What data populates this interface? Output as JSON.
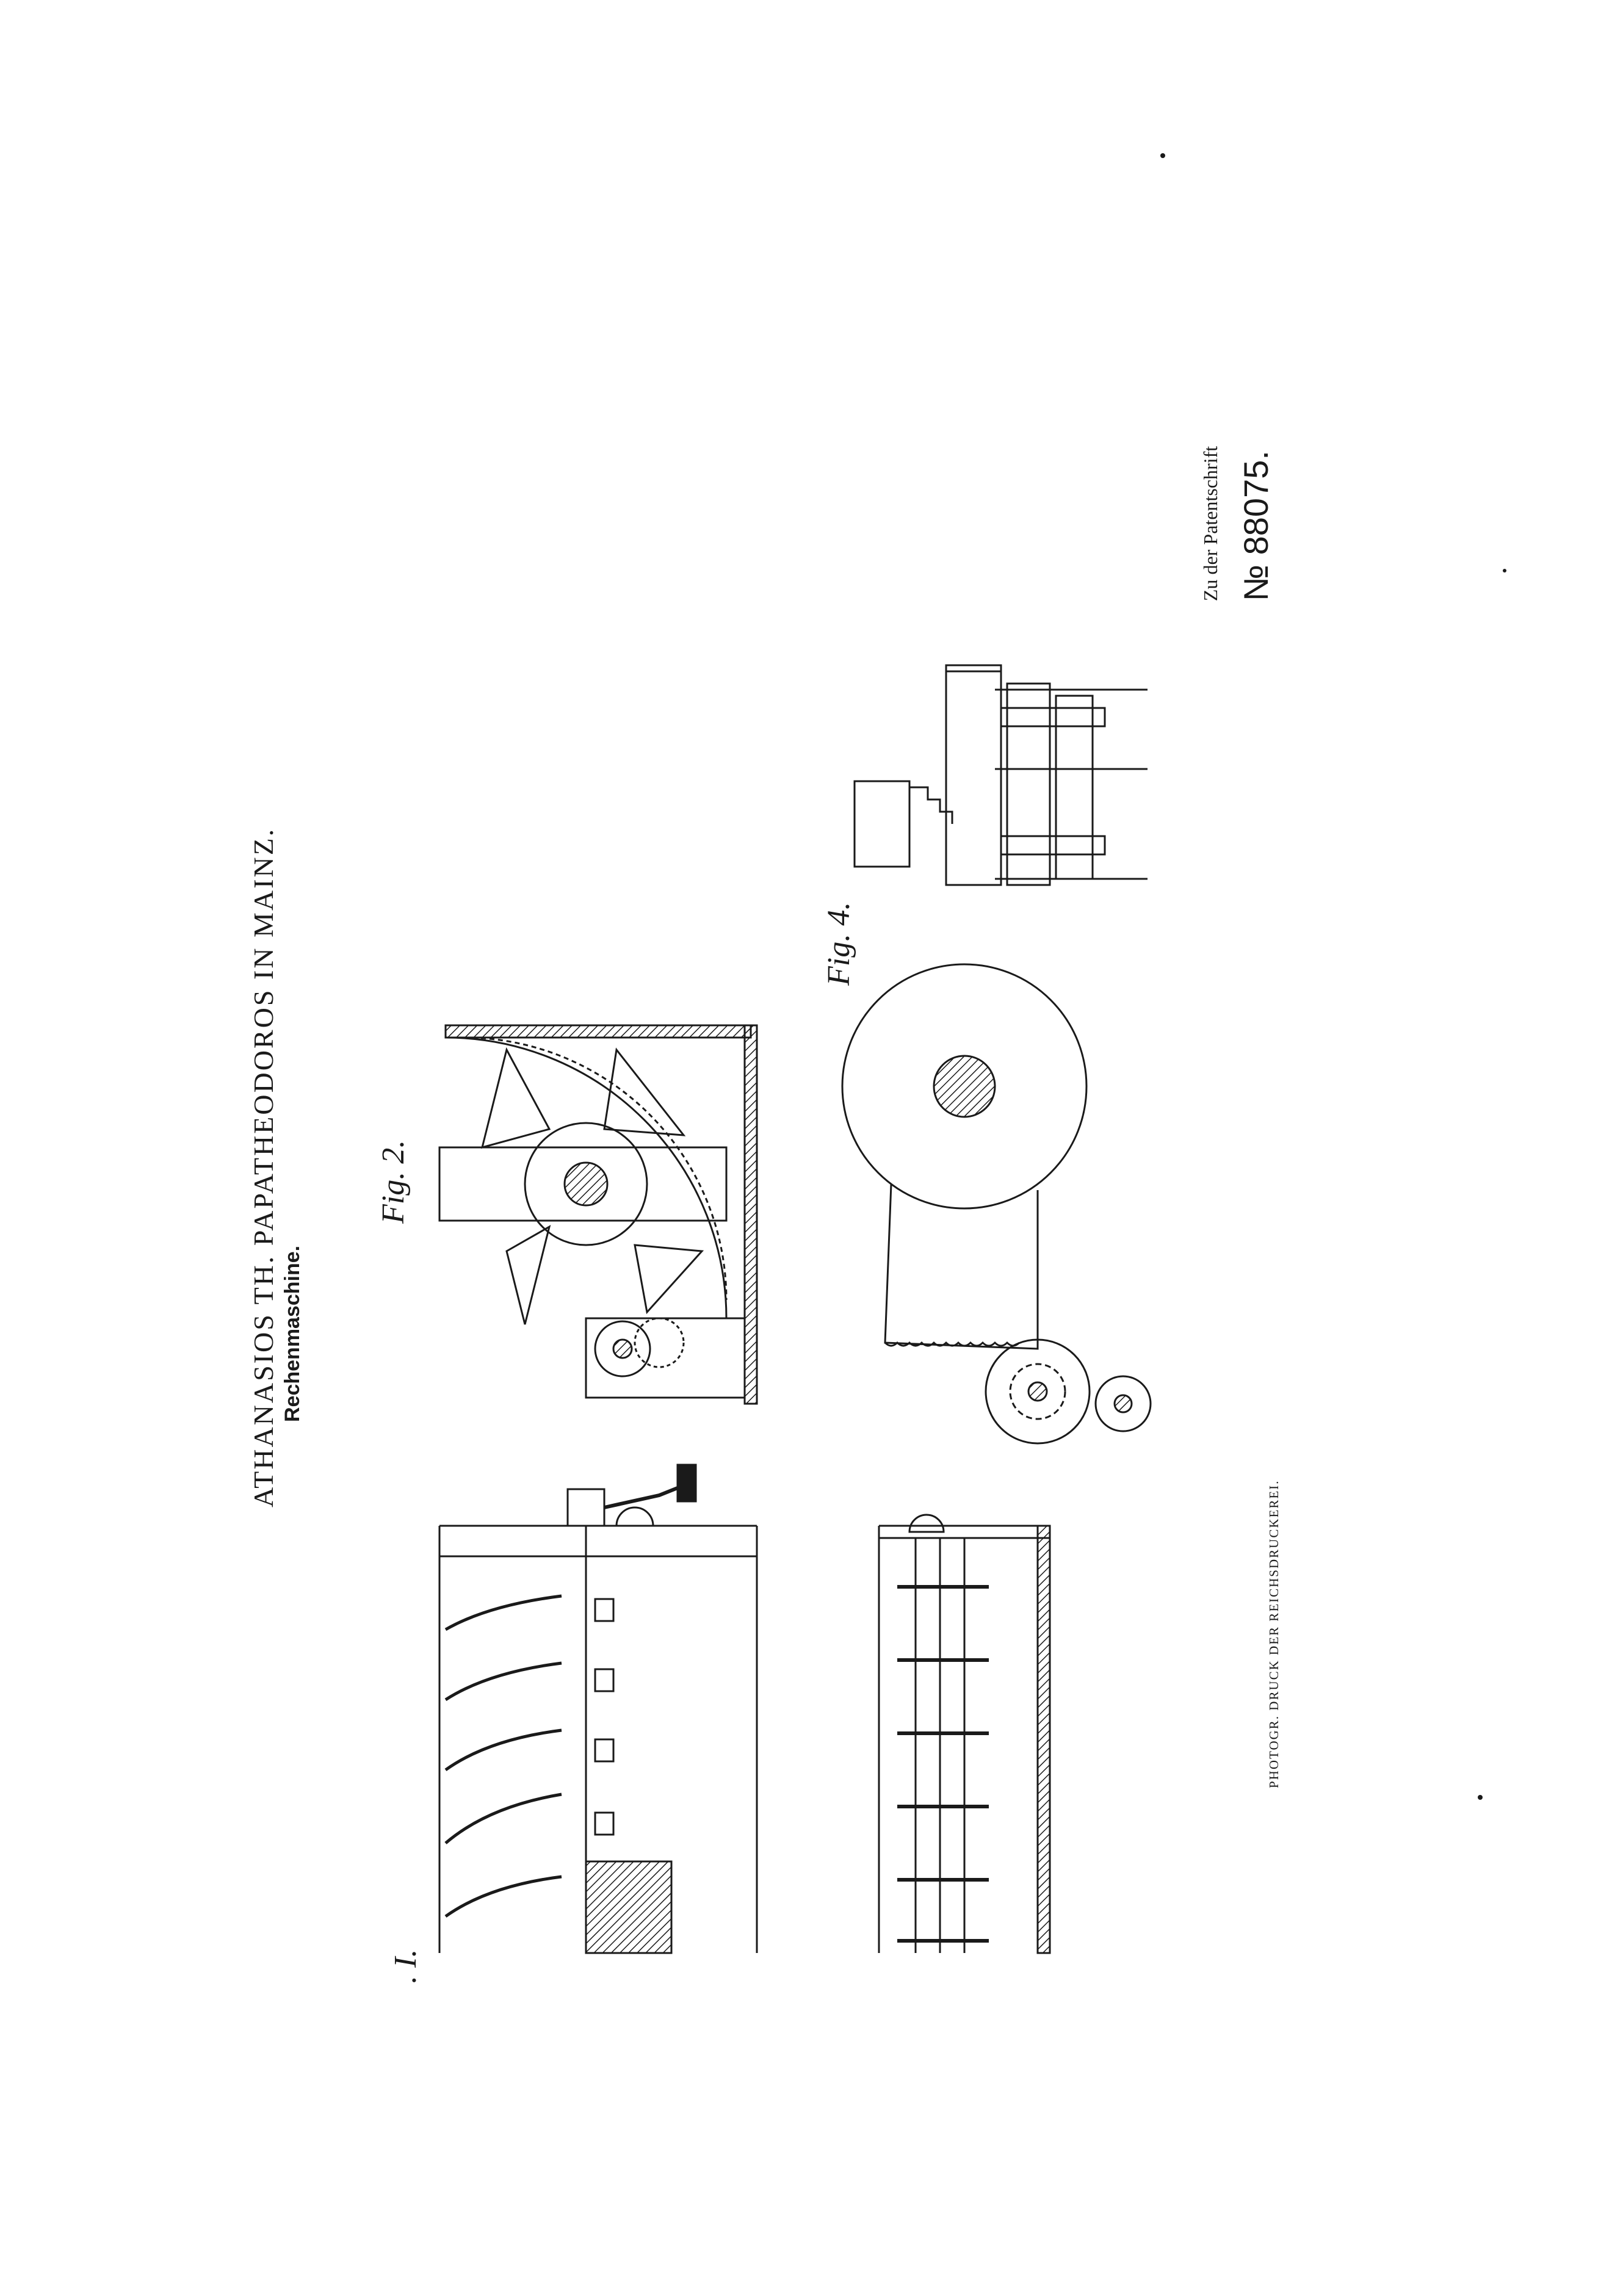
{
  "header": {
    "title": "ATHANASIOS TH. PAPATHEODOROS IN MAINZ.",
    "subtitle": "Rechenmaschine."
  },
  "patent": {
    "prefix": "Zu der Patentschrift",
    "number": "№ 88075."
  },
  "figures": {
    "fig1": ". I.",
    "fig2": "Fig. 2.",
    "fig4": "Fig. 4."
  },
  "footer": {
    "printer": "PHOTOGR. DRUCK DER REICHSDRUCKEREI."
  },
  "colors": {
    "ink": "#1a1a1a",
    "paper": "#ffffff"
  }
}
